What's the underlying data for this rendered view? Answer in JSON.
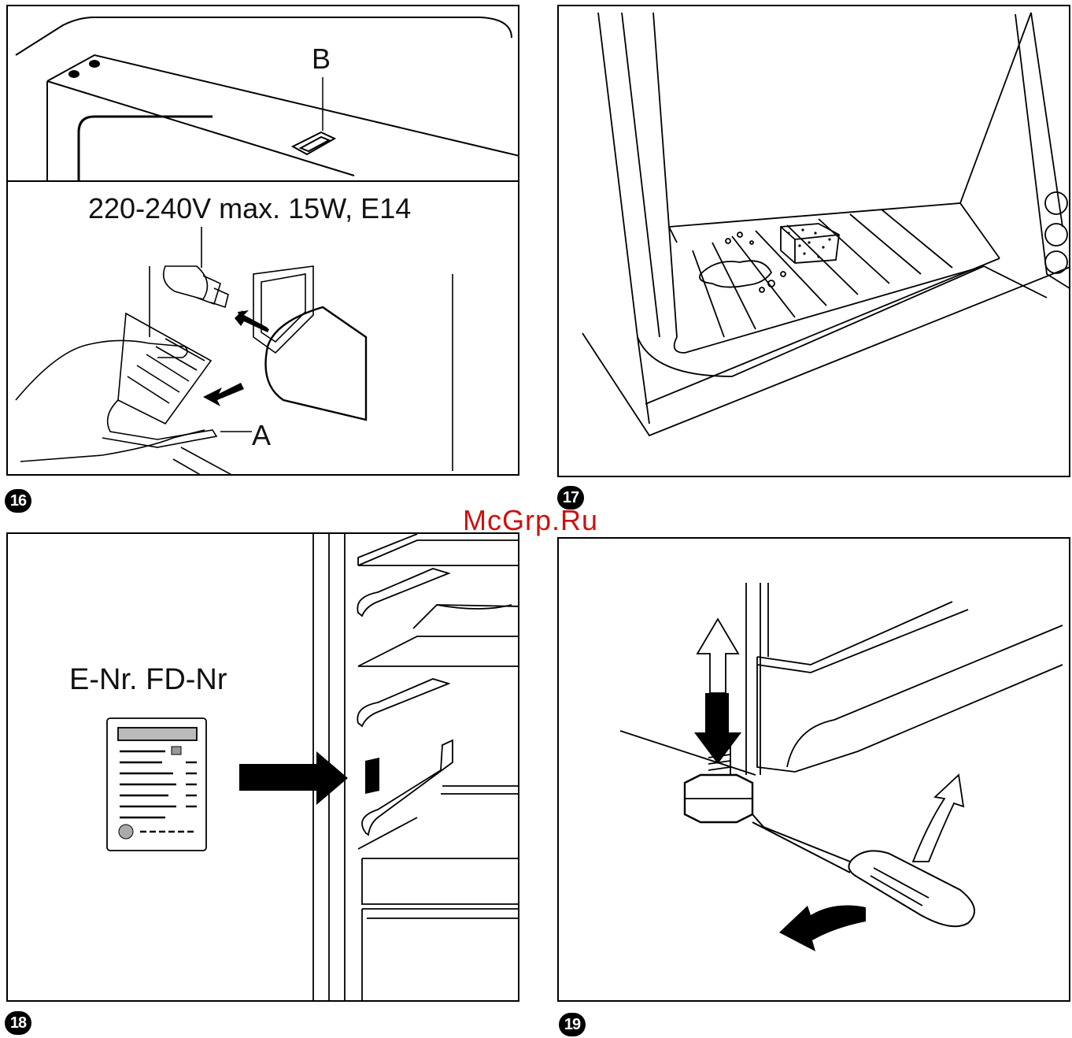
{
  "watermark": "McGrp.Ru",
  "figures": {
    "fig16": {
      "number": "16",
      "label_b": "B",
      "spec": "220-240V max. 15W, E14",
      "label_a": "A"
    },
    "fig17": {
      "number": "17"
    },
    "fig18": {
      "number": "18",
      "plate_label": "E-Nr.  FD-Nr"
    },
    "fig19": {
      "number": "19"
    }
  },
  "colors": {
    "ink": "#000000",
    "watermark": "#cc1111",
    "paper": "#ffffff"
  }
}
